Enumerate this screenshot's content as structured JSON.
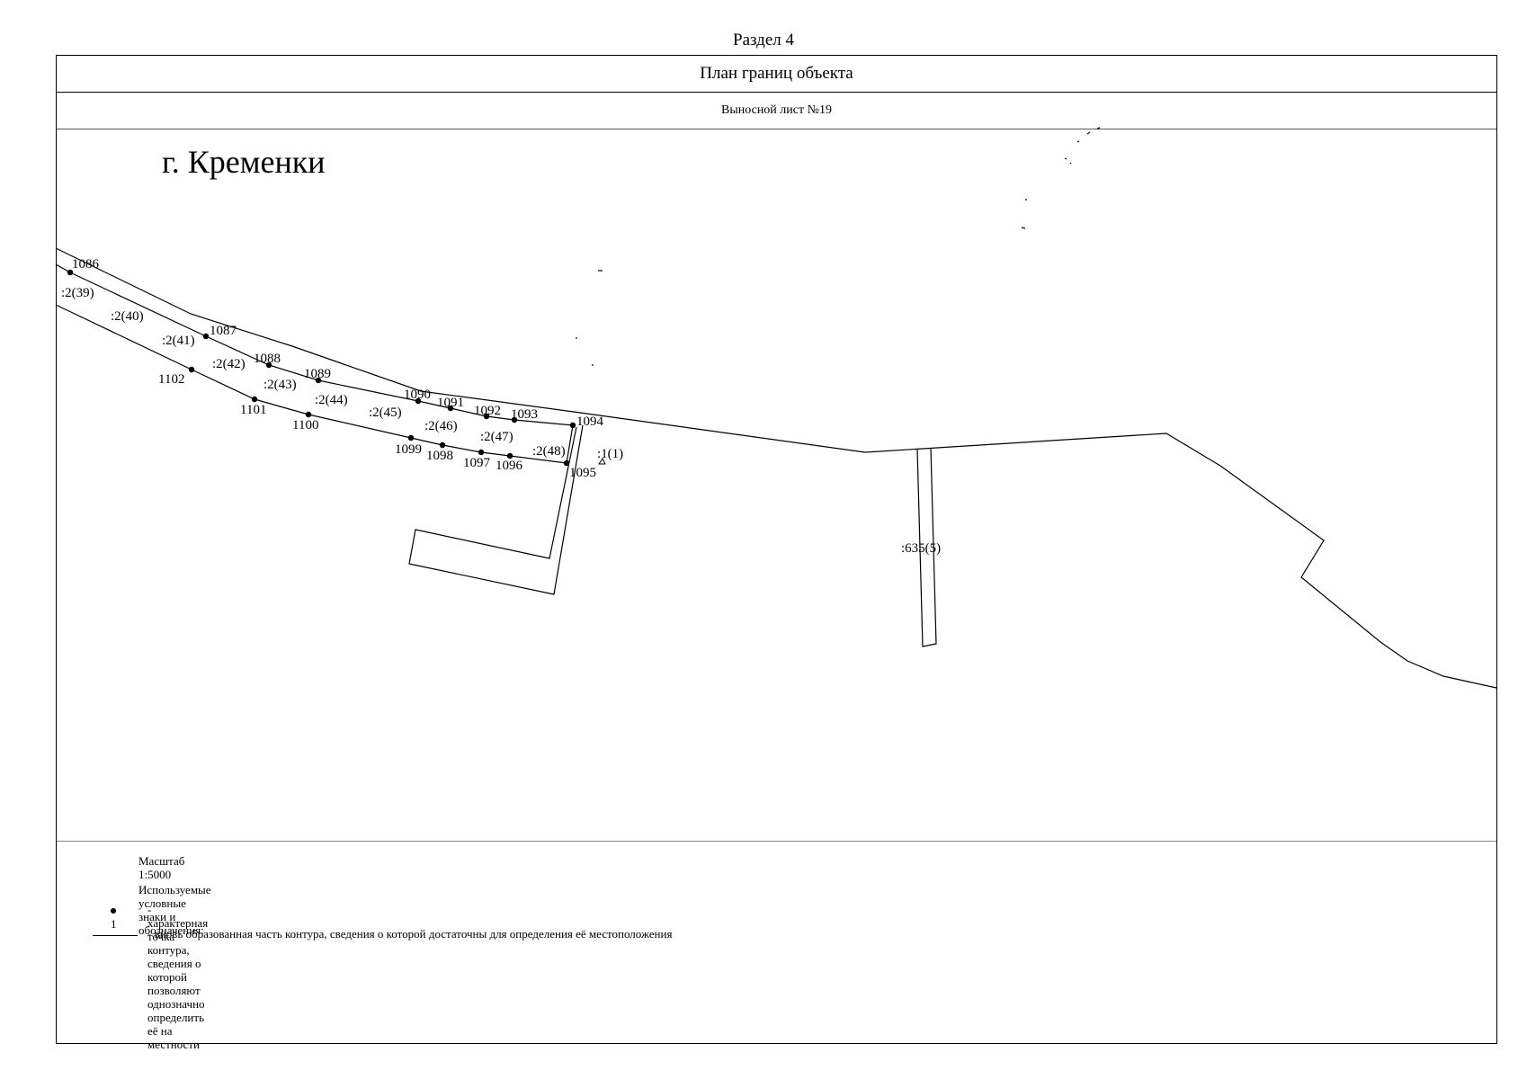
{
  "header": {
    "section": "Раздел 4",
    "title": "План границ объекта",
    "sheet": "Выносной лист №19"
  },
  "map": {
    "town": "г. Кременки",
    "points": [
      {
        "label": "1086"
      },
      {
        "label": "1087"
      },
      {
        "label": "1088"
      },
      {
        "label": "1089"
      },
      {
        "label": "1090"
      },
      {
        "label": "1091"
      },
      {
        "label": "1092"
      },
      {
        "label": "1093"
      },
      {
        "label": "1094"
      },
      {
        "label": "1095"
      },
      {
        "label": "1096"
      },
      {
        "label": "1097"
      },
      {
        "label": "1098"
      },
      {
        "label": "1099"
      },
      {
        "label": "1100"
      },
      {
        "label": "1101"
      },
      {
        "label": "1102"
      }
    ],
    "parts": [
      ":2(39)",
      ":2(40)",
      ":2(41)",
      ":2(42)",
      ":2(43)",
      ":2(44)",
      ":2(45)",
      ":2(46)",
      ":2(47)",
      ":2(48)",
      ":1(1)",
      ":635(5)"
    ]
  },
  "legend": {
    "scale": "Масштаб 1:5000",
    "heading": "Используемые условные знаки и обозначения:",
    "point_symbol": "1",
    "point_text": "- характерная точка контура, сведения о которой позволяют однозначно определить её на местности",
    "line_text": "- вновь образованная часть контура, сведения о которой достаточны для определения её местоположения"
  }
}
